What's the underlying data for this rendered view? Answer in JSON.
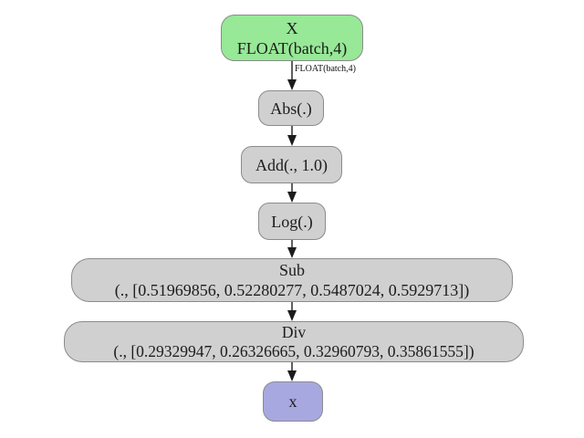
{
  "graph": {
    "nodes": {
      "input": {
        "name": "X",
        "type": "FLOAT(batch,4)",
        "fill": "#97e897"
      },
      "abs": {
        "label": "Abs(.)",
        "fill": "#d0d0d0"
      },
      "add": {
        "label": "Add(., 1.0)",
        "fill": "#d0d0d0"
      },
      "log": {
        "label": "Log(.)",
        "fill": "#d0d0d0"
      },
      "sub": {
        "title": "Sub",
        "args": "(., [0.51969856, 0.52280277, 0.5487024, 0.5929713])",
        "fill": "#d0d0d0"
      },
      "div": {
        "title": "Div",
        "args": "(., [0.29329947, 0.26326665, 0.32960793, 0.35861555])",
        "fill": "#d0d0d0"
      },
      "output": {
        "label": "x",
        "fill": "#a8a8e0"
      }
    },
    "edges": {
      "x_to_abs": {
        "label": "FLOAT(batch,4)"
      }
    },
    "colors": {
      "input_fill": "#97e897",
      "op_fill": "#d0d0d0",
      "output_fill": "#a8a8e0",
      "node_border": "#8b8b8b",
      "edge": "#1c1c1c",
      "background": "#ffffff"
    }
  }
}
